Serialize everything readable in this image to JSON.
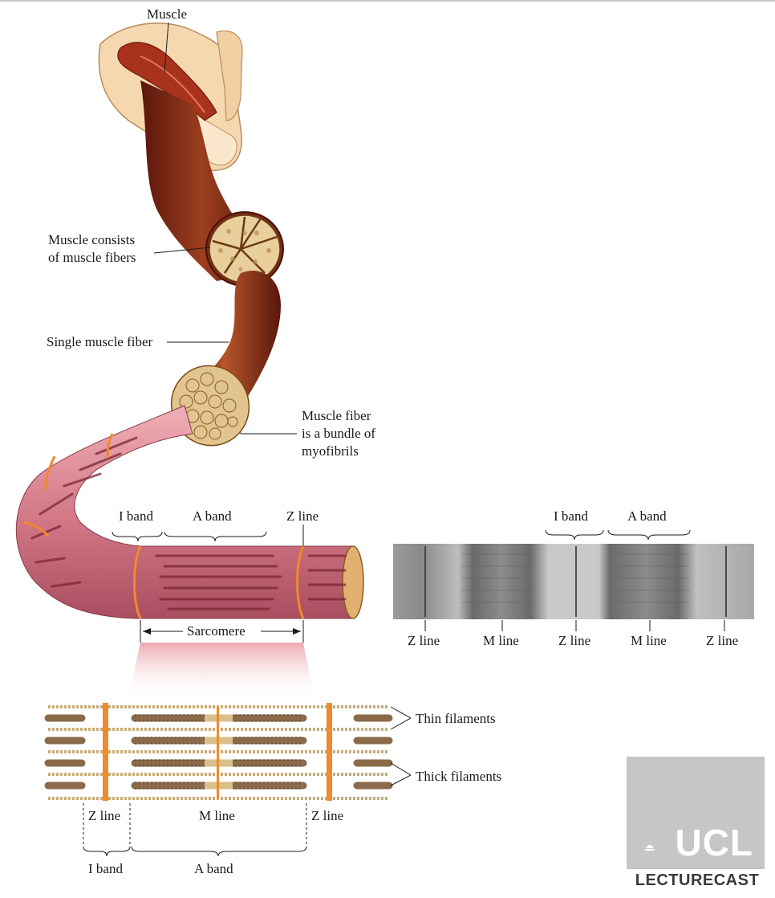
{
  "labels": {
    "muscle": "Muscle",
    "consists_1": "Muscle consists",
    "consists_2": "of muscle fibers",
    "single_fiber": "Single muscle fiber",
    "bundle_1": "Muscle fiber",
    "bundle_2": "is a bundle of",
    "bundle_3": "myofibrils",
    "i_band": "I band",
    "a_band": "A band",
    "z_line": "Z line",
    "m_line": "M line",
    "sarcomere": "Sarcomere",
    "thin_filaments": "Thin filaments",
    "thick_filaments": "Thick filaments"
  },
  "micrograph": {
    "top_labels": [
      "I band",
      "A band"
    ],
    "bottom_labels": [
      "Z line",
      "M line",
      "Z line",
      "M line",
      "Z line"
    ]
  },
  "bottom_diagram": {
    "top_labels": [
      "Z line",
      "M line",
      "Z line"
    ],
    "bottom_labels": [
      "I band",
      "A band"
    ]
  },
  "logo": {
    "word": "UCL",
    "caption": "LECTURECAST"
  },
  "colors": {
    "muscle_dark": "#6e1e12",
    "muscle_mid": "#9a3a1c",
    "myofibril_pink": "#d27a86",
    "zline_orange": "#f08a2a",
    "filament_tan": "#c9ab78"
  }
}
